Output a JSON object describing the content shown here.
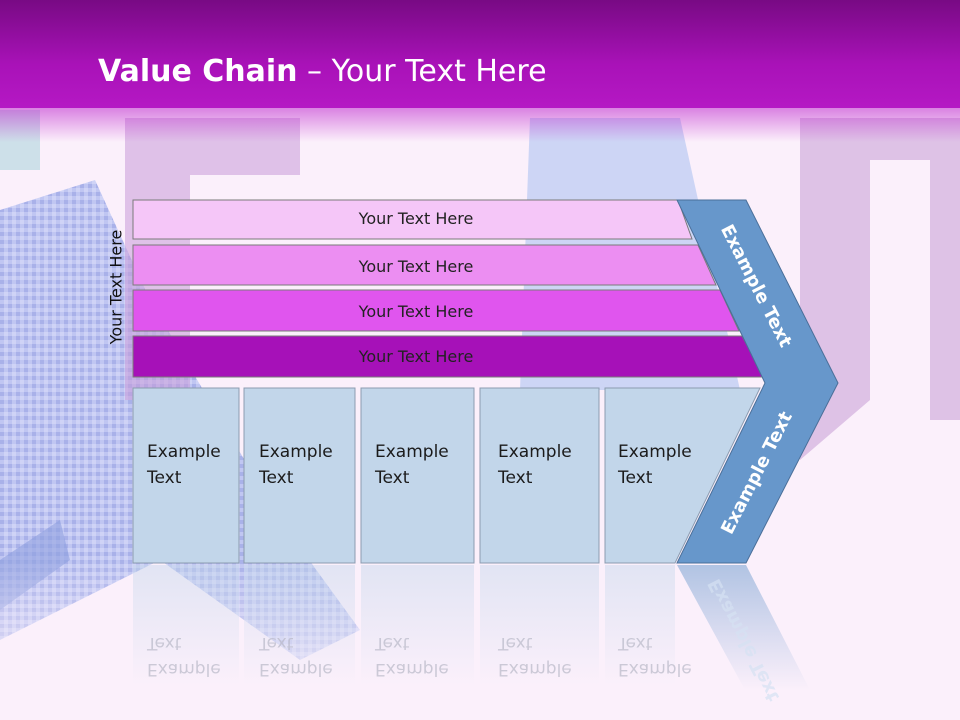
{
  "title": {
    "bold": "Value Chain",
    "rest": " – Your Text Here"
  },
  "side_label": "Your Text Here",
  "bands": [
    {
      "label": "Your Text Here",
      "color": "#f5c6f8"
    },
    {
      "label": "Your Text Here",
      "color": "#ec8ef2"
    },
    {
      "label": "Your Text Here",
      "color": "#e055ee"
    },
    {
      "label": "Your Text Here",
      "color": "#a611b8"
    }
  ],
  "boxes": [
    {
      "line1": "Example",
      "line2": "Text"
    },
    {
      "line1": "Example",
      "line2": "Text"
    },
    {
      "line1": "Example",
      "line2": "Text"
    },
    {
      "line1": "Example",
      "line2": "Text"
    },
    {
      "line1": "Example",
      "line2": "Text"
    }
  ],
  "arrow": {
    "upper_label": "Example Text",
    "lower_label": "Example Text",
    "color": "#6797cb"
  },
  "colors": {
    "box_fill": "#c2d6ea",
    "box_border": "#8c9cb0",
    "header": "#a912b8"
  }
}
